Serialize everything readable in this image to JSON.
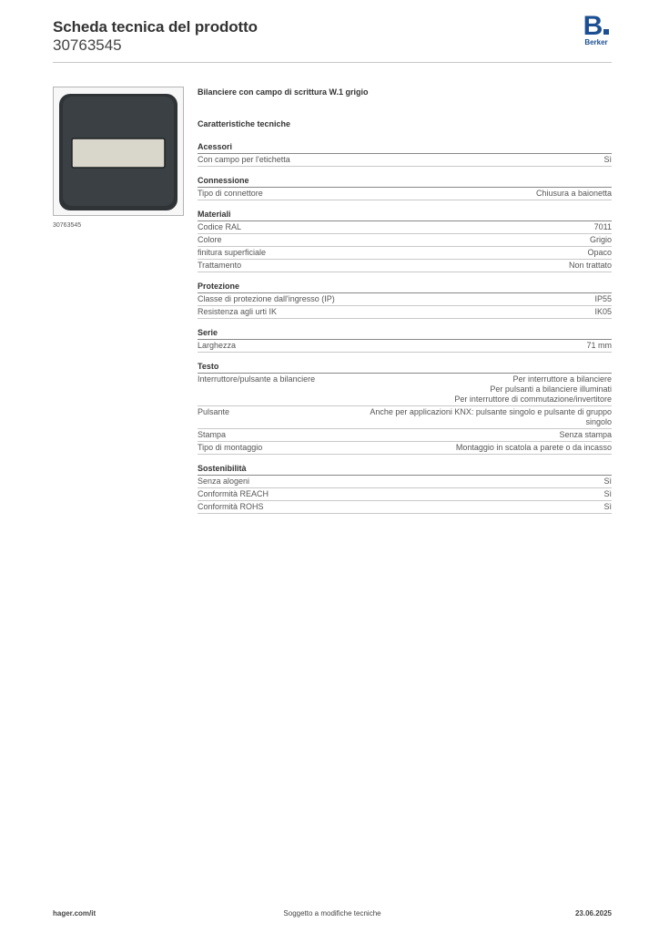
{
  "header": {
    "title": "Scheda tecnica del prodotto",
    "code": "30763545",
    "logo_letter": "B",
    "logo_name": "Berker",
    "brand_color": "#1c4f91"
  },
  "image": {
    "caption": "30763545",
    "icon": "rocker-with-label-field-image"
  },
  "product_name": "Bilanciere con campo di scrittura W.1 grigio",
  "characteristics_title": "Caratteristiche tecniche",
  "sections": [
    {
      "title": "Acessori",
      "rows": [
        {
          "k": "Con campo per l'etichetta",
          "v": "Sì"
        }
      ]
    },
    {
      "title": "Connessione",
      "rows": [
        {
          "k": "Tipo di connettore",
          "v": "Chiusura a baionetta"
        }
      ]
    },
    {
      "title": "Materiali",
      "rows": [
        {
          "k": "Codice RAL",
          "v": "7011"
        },
        {
          "k": "Colore",
          "v": "Grigio"
        },
        {
          "k": "finitura superficiale",
          "v": "Opaco"
        },
        {
          "k": "Trattamento",
          "v": "Non trattato"
        }
      ]
    },
    {
      "title": "Protezione",
      "rows": [
        {
          "k": "Classe di protezione dall'ingresso (IP)",
          "v": "IP55"
        },
        {
          "k": "Resistenza agli urti IK",
          "v": "IK05"
        }
      ]
    },
    {
      "title": "Serie",
      "rows": [
        {
          "k": "Larghezza",
          "v": "71 mm"
        }
      ]
    },
    {
      "title": "Testo",
      "rows": [
        {
          "k": "Interruttore/pulsante a bilanciere",
          "v": "Per interruttore a bilanciere\nPer pulsanti a bilanciere illuminati\nPer interruttore di commutazione/invertitore"
        },
        {
          "k": "Pulsante",
          "v": "Anche per applicazioni KNX: pulsante singolo e pulsante di gruppo\nsingolo"
        },
        {
          "k": "Stampa",
          "v": "Senza stampa"
        },
        {
          "k": "Tipo di montaggio",
          "v": "Montaggio in scatola a parete o da incasso"
        }
      ]
    },
    {
      "title": "Sostenibilità",
      "rows": [
        {
          "k": "Senza alogeni",
          "v": "Sì"
        },
        {
          "k": "Conformità REACH",
          "v": "Sì"
        },
        {
          "k": "Conformità ROHS",
          "v": "Sì"
        }
      ]
    }
  ],
  "footer": {
    "left": "hager.com/it",
    "center": "Soggetto a modifiche tecniche",
    "right": "23.06.2025"
  }
}
